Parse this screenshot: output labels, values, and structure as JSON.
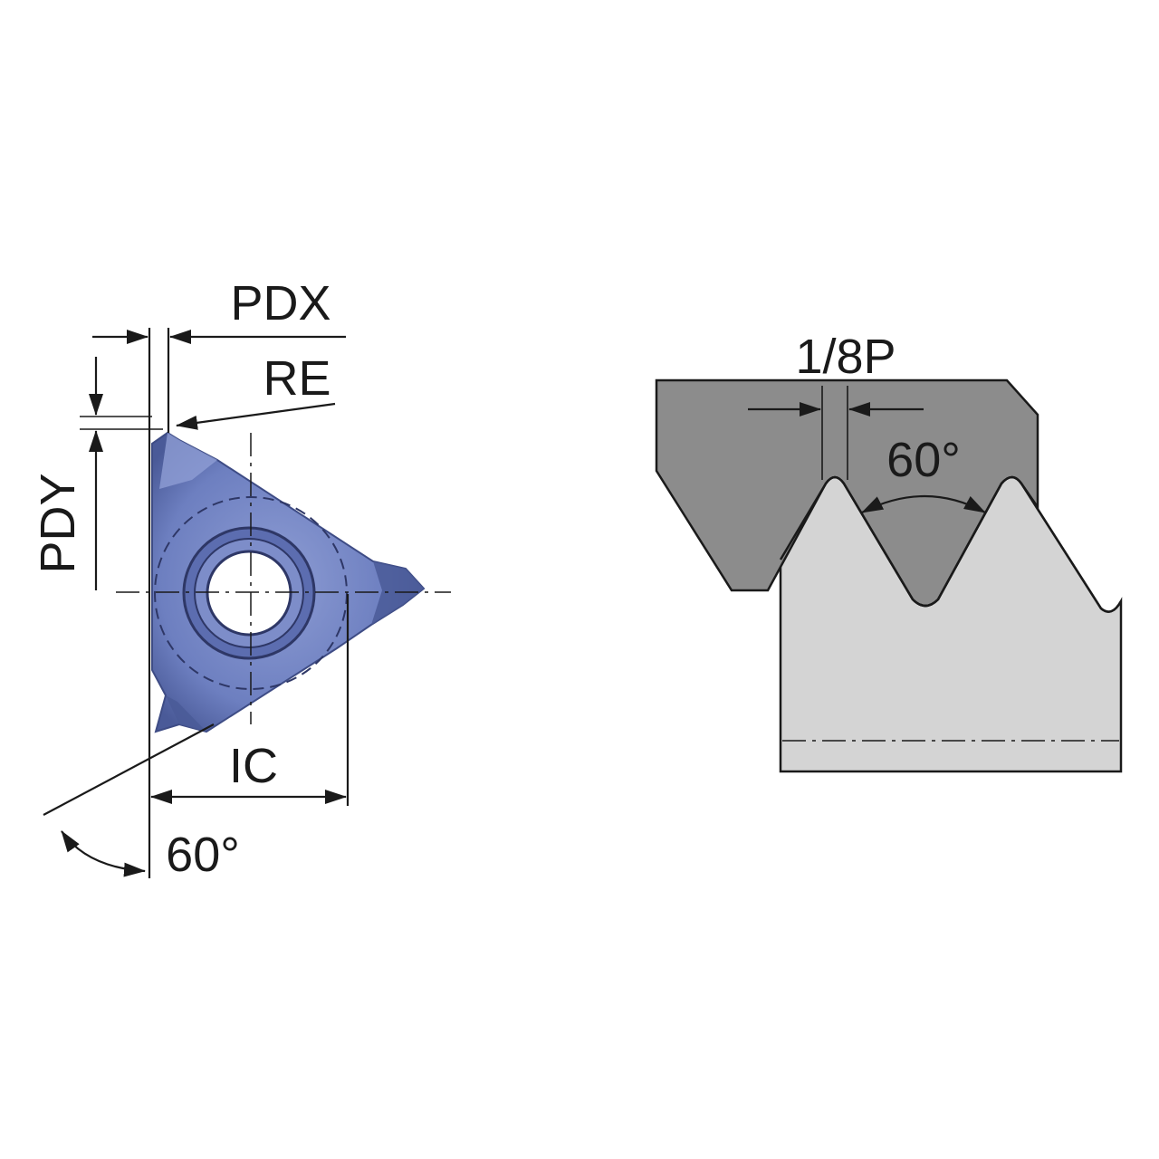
{
  "insert_view": {
    "labels": {
      "pdx": "PDX",
      "re": "RE",
      "pdy": "PDY",
      "ic": "IC",
      "angle": "60°"
    },
    "colors": {
      "insert_fill": "#6d7fc0",
      "insert_dark": "#4a5a98",
      "insert_light": "#8e9dd4",
      "hole": "#ffffff"
    }
  },
  "thread_view": {
    "labels": {
      "crest_width": "1/8P",
      "flank_angle": "60°"
    },
    "colors": {
      "insert_profile": "#8c8c8c",
      "workpiece": "#d4d4d4",
      "outline": "#1a1a1a"
    }
  }
}
